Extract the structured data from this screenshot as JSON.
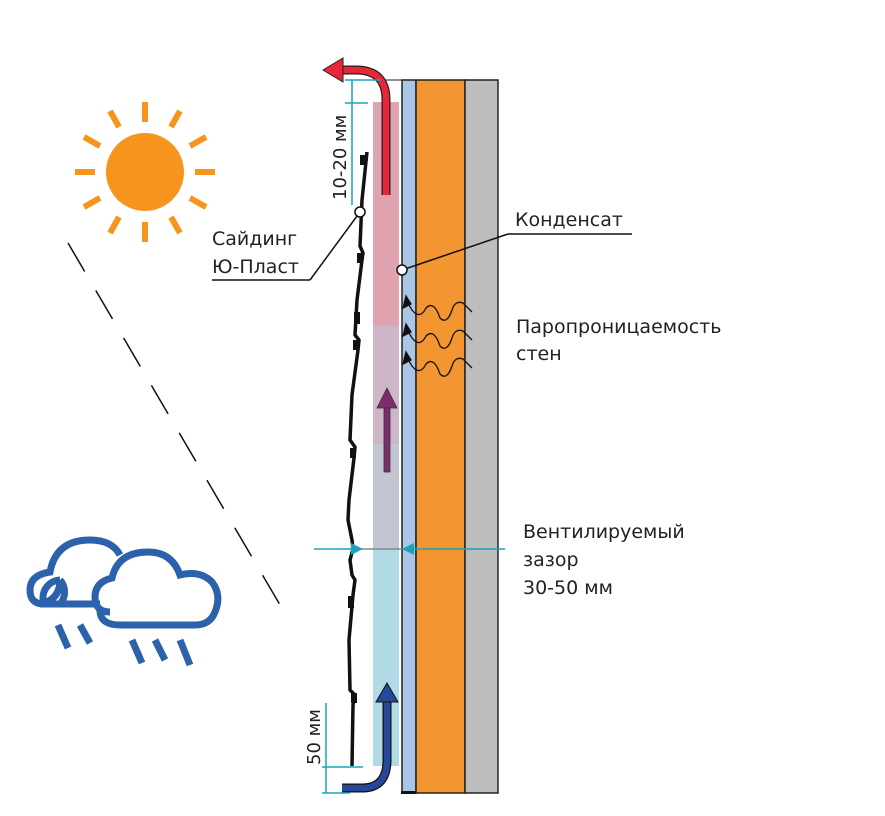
{
  "labels": {
    "siding_line1": "Сайдинг",
    "siding_line2": "Ю-Пласт",
    "condensate": "Конденсат",
    "vapor_line1": "Паропроницаемость",
    "vapor_line2": "стен",
    "gap_line1": "Вентилируемый",
    "gap_line2": "зазор",
    "gap_line3": "30-50 мм",
    "dim_top": "10-20 мм",
    "dim_bottom": "50 мм"
  },
  "icons": {
    "sun": "sun-icon",
    "clouds": "rain-clouds-icon"
  },
  "colors": {
    "sun": "#f7941d",
    "clouds": "#2b62ab",
    "warm_air": "#e8263a",
    "mid_air": "#7d2d6b",
    "cold_air": "#27489a",
    "dimension": "#1aa3b8",
    "insulation": "#f39531",
    "wall": "#bdbdbd",
    "membrane": "#a9c6e6",
    "gap_warm": "#e0a4b1",
    "gap_mid": "#cdb6c8",
    "gap_cool": "#c4c5d3",
    "gap_cold": "#b0dbe6"
  }
}
